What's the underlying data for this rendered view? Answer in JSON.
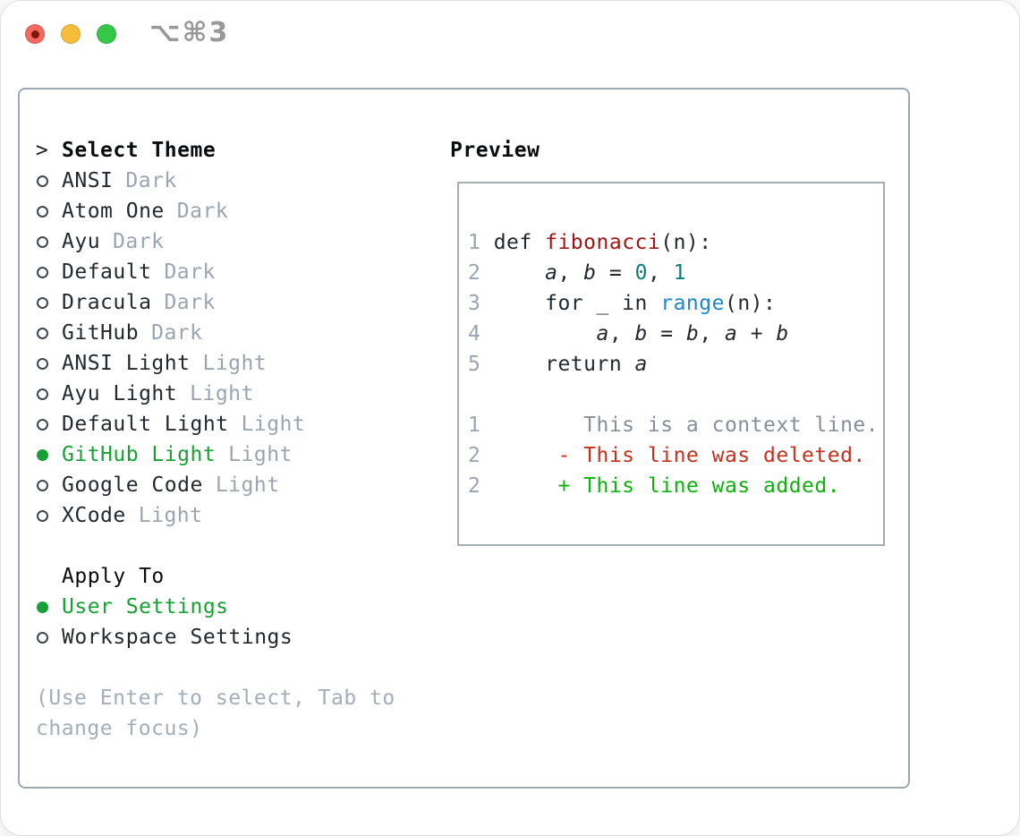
{
  "window": {
    "shortcut_label": "⌥⌘3",
    "traffic_lights": [
      "close",
      "minimize",
      "zoom"
    ]
  },
  "theme_list": {
    "header_prefix": ">",
    "header_title": "Select Theme",
    "items": [
      {
        "name": "ANSI",
        "variant": "Dark",
        "selected": false
      },
      {
        "name": "Atom One",
        "variant": "Dark",
        "selected": false
      },
      {
        "name": "Ayu",
        "variant": "Dark",
        "selected": false
      },
      {
        "name": "Default",
        "variant": "Dark",
        "selected": false
      },
      {
        "name": "Dracula",
        "variant": "Dark",
        "selected": false
      },
      {
        "name": "GitHub",
        "variant": "Dark",
        "selected": false
      },
      {
        "name": "ANSI Light",
        "variant": "Light",
        "selected": false
      },
      {
        "name": "Ayu Light",
        "variant": "Light",
        "selected": false
      },
      {
        "name": "Default Light",
        "variant": "Light",
        "selected": false
      },
      {
        "name": "GitHub Light",
        "variant": "Light",
        "selected": true
      },
      {
        "name": "Google Code",
        "variant": "Light",
        "selected": false
      },
      {
        "name": "XCode",
        "variant": "Light",
        "selected": false
      }
    ]
  },
  "apply_to": {
    "title": "Apply To",
    "options": [
      {
        "name": "User Settings",
        "selected": true
      },
      {
        "name": "Workspace Settings",
        "selected": false
      }
    ]
  },
  "help_lines": [
    "(Use Enter to select, Tab to",
    "change focus)"
  ],
  "preview": {
    "title": "Preview",
    "lines": [
      {
        "num": "1",
        "tokens": [
          {
            "text": " def ",
            "cls": "code"
          },
          {
            "text": "fibonacci",
            "cls": "func"
          },
          {
            "text": "(n):",
            "cls": "code"
          }
        ]
      },
      {
        "num": "2",
        "tokens": [
          {
            "text": "     ",
            "cls": "code"
          },
          {
            "text": "a",
            "cls": "var"
          },
          {
            "text": ", ",
            "cls": "code"
          },
          {
            "text": "b",
            "cls": "var"
          },
          {
            "text": " = ",
            "cls": "code"
          },
          {
            "text": "0",
            "cls": "num"
          },
          {
            "text": ", ",
            "cls": "code"
          },
          {
            "text": "1",
            "cls": "num"
          }
        ]
      },
      {
        "num": "3",
        "tokens": [
          {
            "text": "     for _ in ",
            "cls": "code"
          },
          {
            "text": "range",
            "cls": "builtin"
          },
          {
            "text": "(n):",
            "cls": "code"
          }
        ]
      },
      {
        "num": "4",
        "tokens": [
          {
            "text": "         ",
            "cls": "code"
          },
          {
            "text": "a",
            "cls": "var"
          },
          {
            "text": ", ",
            "cls": "code"
          },
          {
            "text": "b",
            "cls": "var"
          },
          {
            "text": " = ",
            "cls": "code"
          },
          {
            "text": "b",
            "cls": "var"
          },
          {
            "text": ", ",
            "cls": "code"
          },
          {
            "text": "a",
            "cls": "var"
          },
          {
            "text": " + ",
            "cls": "code"
          },
          {
            "text": "b",
            "cls": "var"
          }
        ]
      },
      {
        "num": "5",
        "tokens": [
          {
            "text": "     return ",
            "cls": "code"
          },
          {
            "text": "a",
            "cls": "var"
          }
        ]
      },
      {
        "num": "",
        "tokens": []
      },
      {
        "num": "1",
        "tokens": [
          {
            "text": "        This is a context line.",
            "cls": "ctx"
          }
        ]
      },
      {
        "num": "2",
        "tokens": [
          {
            "text": "      - This line was deleted.",
            "cls": "del"
          }
        ]
      },
      {
        "num": "2",
        "tokens": [
          {
            "text": "      + This line was added.",
            "cls": "add"
          }
        ]
      }
    ]
  },
  "colors": {
    "accent_green": "#17a034",
    "diff_add": "#0db20d",
    "diff_del": "#c5311d",
    "function_red": "#a31515",
    "number_teal": "#0b7d7d",
    "builtin_blue": "#1e87c7",
    "muted_gray": "#9ba5b1",
    "panel_border": "#9fa7b1",
    "traffic_red": "#f3695e",
    "traffic_yellow": "#f6bd3a",
    "traffic_green": "#35c748"
  }
}
